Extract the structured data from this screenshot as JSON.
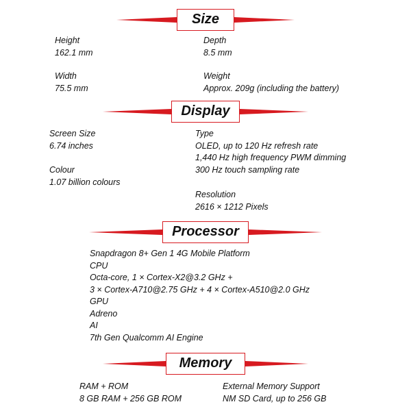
{
  "accent_color": "#d71a20",
  "sections": {
    "size": {
      "title": "Size",
      "height": {
        "label": "Height",
        "value": "162.1 mm"
      },
      "depth": {
        "label": "Depth",
        "value": "8.5 mm"
      },
      "width": {
        "label": "Width",
        "value": "75.5 mm"
      },
      "weight": {
        "label": "Weight",
        "value": "Approx. 209g (including the battery)"
      }
    },
    "display": {
      "title": "Display",
      "screen_size": {
        "label": "Screen Size",
        "value": "6.74 inches"
      },
      "type": {
        "label": "Type",
        "lines": [
          "OLED, up to 120 Hz refresh rate",
          "1,440 Hz high frequency PWM dimming",
          "300 Hz touch sampling rate"
        ]
      },
      "colour": {
        "label": "Colour",
        "value": "1.07 billion colours"
      },
      "resolution": {
        "label": "Resolution",
        "value": "2616 × 1212 Pixels"
      }
    },
    "processor": {
      "title": "Processor",
      "lines": [
        "Snapdragon 8+ Gen 1 4G Mobile Platform",
        "CPU",
        "Octa-core, 1 × Cortex-X2@3.2 GHz +",
        "3 × Cortex-A710@2.75 GHz + 4 × Cortex-A510@2.0 GHz",
        "GPU",
        "Adreno",
        "AI",
        "7th Gen Qualcomm AI Engine"
      ]
    },
    "memory": {
      "title": "Memory",
      "ram_rom": {
        "label": "RAM + ROM",
        "value": "8 GB RAM + 256 GB ROM"
      },
      "external": {
        "label": "External Memory Support",
        "value": "NM SD Card, up to 256 GB"
      }
    }
  }
}
